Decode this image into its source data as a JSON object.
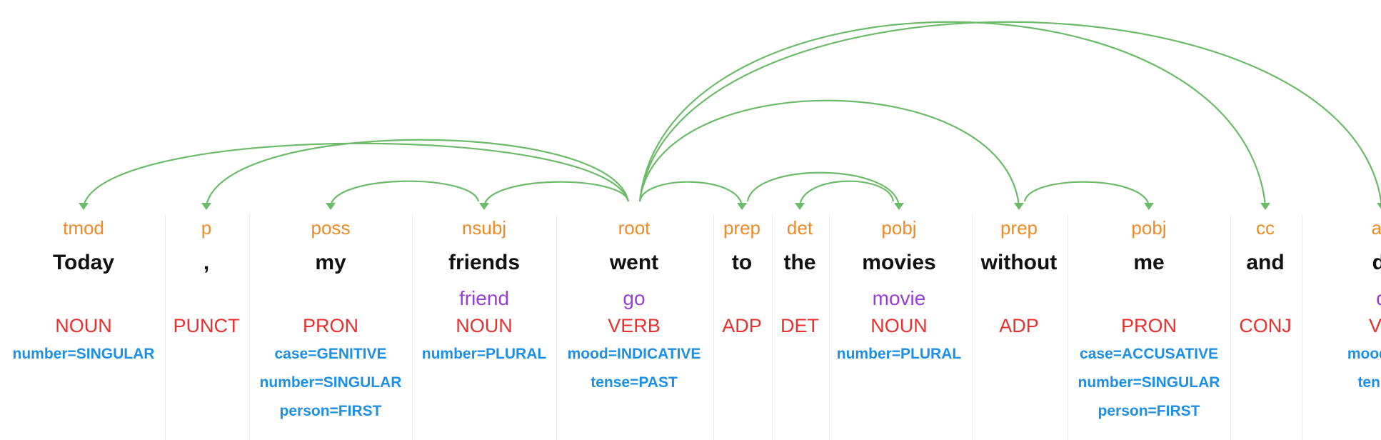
{
  "colors": {
    "arc": "#6dbb6a",
    "label": "#f08a24",
    "word": "#111111",
    "lemma": "#9a3fd6",
    "pos": "#e8302f",
    "feature": "#1c8fe6",
    "separator": "#ececec"
  },
  "tokens": [
    {
      "word": "Today",
      "label": "tmod",
      "lemma": "",
      "pos": "NOUN",
      "features": [
        "number=SINGULAR",
        "",
        ""
      ],
      "head": 4
    },
    {
      "word": ",",
      "label": "p",
      "lemma": "",
      "pos": "PUNCT",
      "features": [
        "",
        "",
        ""
      ],
      "head": 4
    },
    {
      "word": "my",
      "label": "poss",
      "lemma": "",
      "pos": "PRON",
      "features": [
        "case=GENITIVE",
        "number=SINGULAR",
        "person=FIRST"
      ],
      "head": 3
    },
    {
      "word": "friends",
      "label": "nsubj",
      "lemma": "friend",
      "pos": "NOUN",
      "features": [
        "number=PLURAL",
        "",
        ""
      ],
      "head": 4
    },
    {
      "word": "went",
      "label": "root",
      "lemma": "go",
      "pos": "VERB",
      "features": [
        "mood=INDICATIVE",
        "tense=PAST",
        ""
      ],
      "head": null
    },
    {
      "word": "to",
      "label": "prep",
      "lemma": "",
      "pos": "ADP",
      "features": [
        "",
        "",
        ""
      ],
      "head": 4
    },
    {
      "word": "the",
      "label": "det",
      "lemma": "",
      "pos": "DET",
      "features": [
        "",
        "",
        ""
      ],
      "head": 7
    },
    {
      "word": "movies",
      "label": "pobj",
      "lemma": "movie",
      "pos": "NOUN",
      "features": [
        "number=PLURAL",
        "",
        ""
      ],
      "head": 5
    },
    {
      "word": "without",
      "label": "prep",
      "lemma": "",
      "pos": "ADP",
      "features": [
        "",
        "",
        ""
      ],
      "head": 4
    },
    {
      "word": "me",
      "label": "pobj",
      "lemma": "",
      "pos": "PRON",
      "features": [
        "case=ACCUSATIVE",
        "number=SINGULAR",
        "person=FIRST"
      ],
      "head": 8
    },
    {
      "word": "and",
      "label": "cc",
      "lemma": "",
      "pos": "CONJ",
      "features": [
        "",
        "",
        ""
      ],
      "head": 4
    },
    {
      "word": "di",
      "label": "au",
      "lemma": "d",
      "pos": "VE",
      "features": [
        "mood=INI",
        "tense=",
        ""
      ],
      "head": 4
    }
  ]
}
